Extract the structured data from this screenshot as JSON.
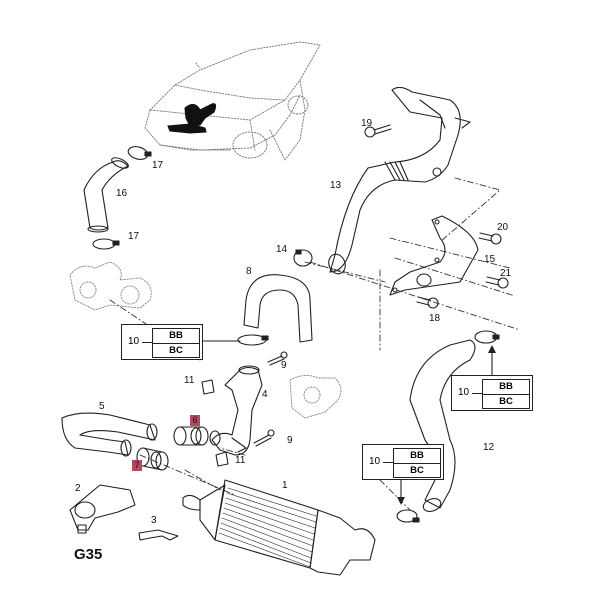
{
  "figure_code": "G35",
  "callouts": {
    "c1": "1",
    "c2": "2",
    "c3": "3",
    "c4": "4",
    "c5": "5",
    "c6": "6",
    "c7": "7",
    "c8": "8",
    "c9a": "9",
    "c9b": "9",
    "c11a": "11",
    "c11b": "11",
    "c12": "12",
    "c13": "13",
    "c14": "14",
    "c15": "15",
    "c16": "16",
    "c17a": "17",
    "c17b": "17",
    "c18": "18",
    "c19": "19",
    "c20": "20",
    "c21": "21"
  },
  "highlight_color": "#b5475f",
  "variant_boxes": [
    {
      "number": "10",
      "rows": [
        "BB",
        "BC"
      ]
    },
    {
      "number": "10",
      "rows": [
        "BB",
        "BC"
      ]
    },
    {
      "number": "10",
      "rows": [
        "BB",
        "BC"
      ]
    }
  ]
}
